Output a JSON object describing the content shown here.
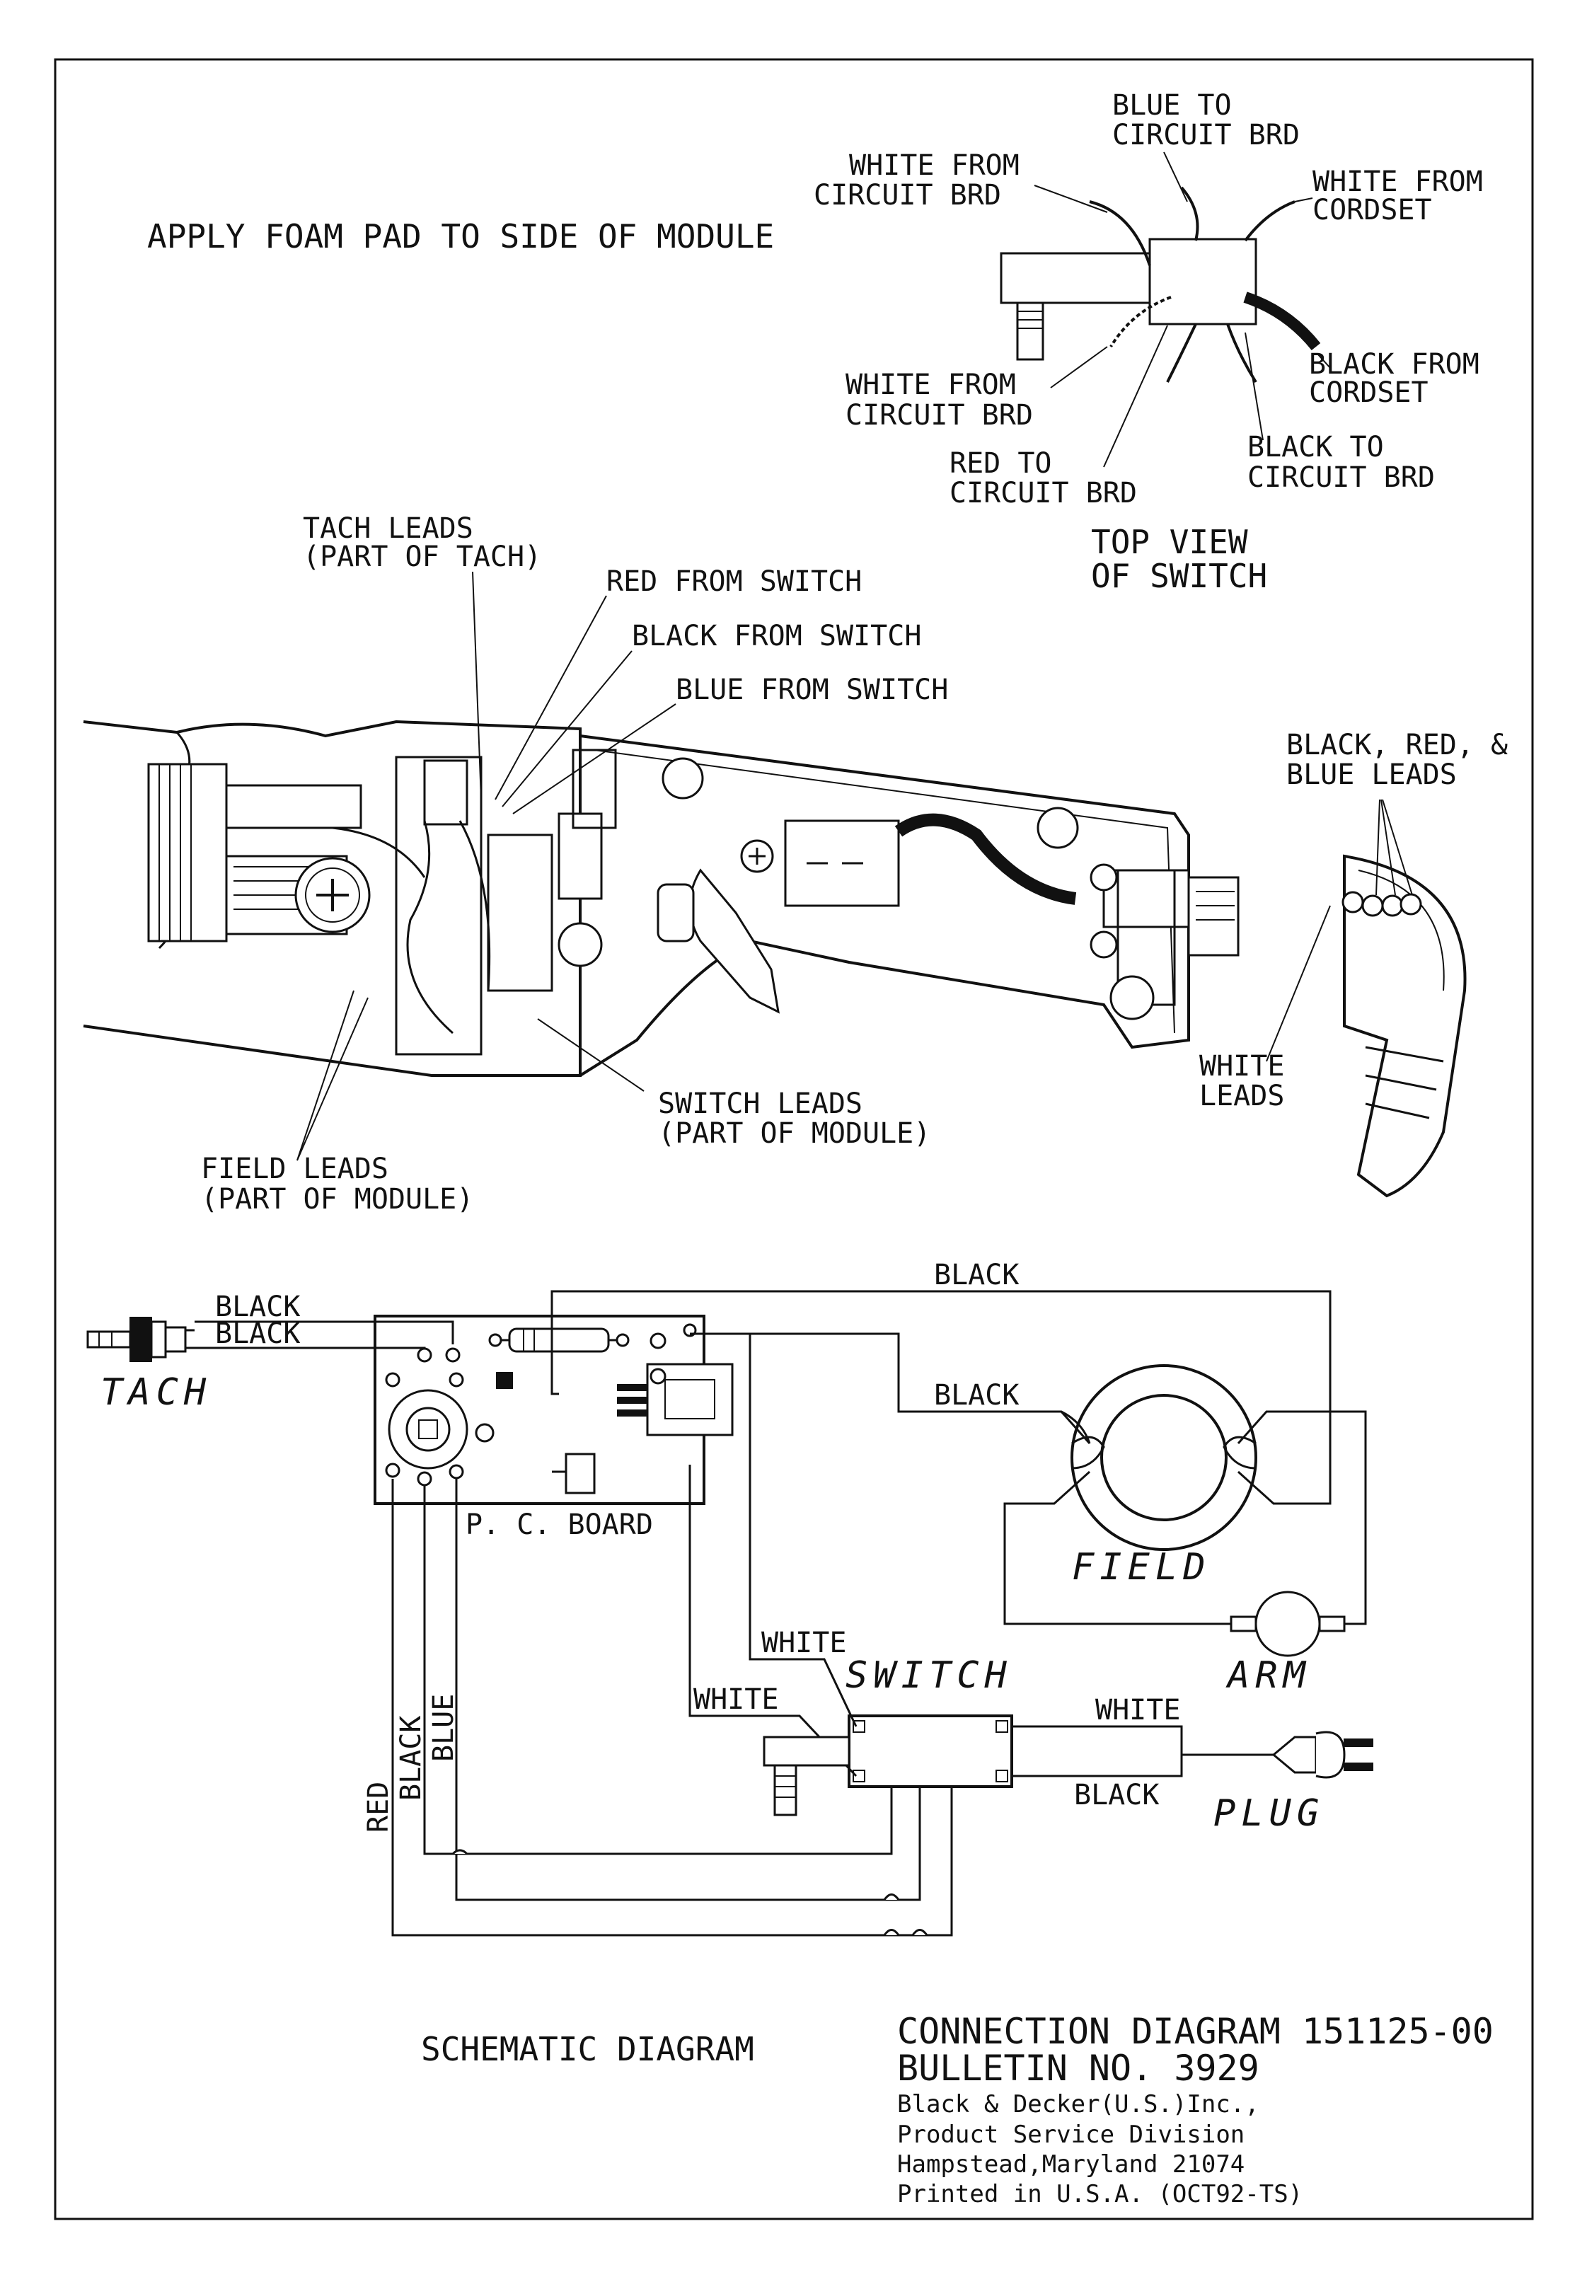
{
  "notes": {
    "foam": "APPLY FOAM PAD TO SIDE OF MODULE"
  },
  "top_view": {
    "labels": {
      "blue_to_1": "BLUE TO",
      "blue_to_2": "CIRCUIT BRD",
      "white_from_brd_top_1": "WHITE FROM",
      "white_from_brd_top_2": "CIRCUIT BRD",
      "white_from_cord_1": "WHITE FROM",
      "white_from_cord_2": "CORDSET",
      "white_from_brd_bot_1": "WHITE FROM",
      "white_from_brd_bot_2": "CIRCUIT BRD",
      "black_from_cord_1": "BLACK FROM",
      "black_from_cord_2": "CORDSET",
      "red_to_1": "RED  TO",
      "red_to_2": "CIRCUIT BRD",
      "black_to_1": "BLACK TO",
      "black_to_2": "CIRCUIT BRD"
    },
    "caption_1": "TOP VIEW",
    "caption_2": "OF SWITCH"
  },
  "tool_view": {
    "labels": {
      "tach_leads_1": "TACH LEADS",
      "tach_leads_2": "(PART OF TACH)",
      "red_from_switch": "RED FROM SWITCH",
      "black_from_switch": "BLACK FROM SWITCH",
      "blue_from_switch": "BLUE FROM SWITCH",
      "switch_leads_1": "SWITCH LEADS",
      "switch_leads_2": "(PART OF MODULE)",
      "field_leads_1": "FIELD LEADS",
      "field_leads_2": "(PART OF MODULE)",
      "brb_leads_1": "BLACK, RED, &",
      "brb_leads_2": "BLUE LEADS",
      "white_leads_1": "WHITE",
      "white_leads_2": "LEADS"
    }
  },
  "schematic": {
    "wires": {
      "black_top": "BLACK",
      "black_tach_1": "BLACK",
      "black_tach_2": "BLACK",
      "black_field": "BLACK",
      "white_1": "WHITE",
      "white_2": "WHITE",
      "white_plug": "WHITE",
      "black_plug": "BLACK",
      "red_v": "RED",
      "black_v": "BLACK",
      "blue_v": "BLUE"
    },
    "components": {
      "tach": "TACH",
      "pc_board": "P. C.  BOARD",
      "field": "FIELD",
      "arm": "ARM",
      "switch": "SWITCH",
      "plug": "PLUG"
    },
    "caption": "SCHEMATIC DIAGRAM"
  },
  "title_block": {
    "line1": "CONNECTION DIAGRAM 151125-00",
    "line2": "BULLETIN NO. 3929",
    "line3": "Black & Decker(U.S.)Inc.,",
    "line4": "Product Service Division",
    "line5": "Hampstead,Maryland 21074",
    "line6": "Printed in U.S.A.  (OCT92-TS)"
  }
}
